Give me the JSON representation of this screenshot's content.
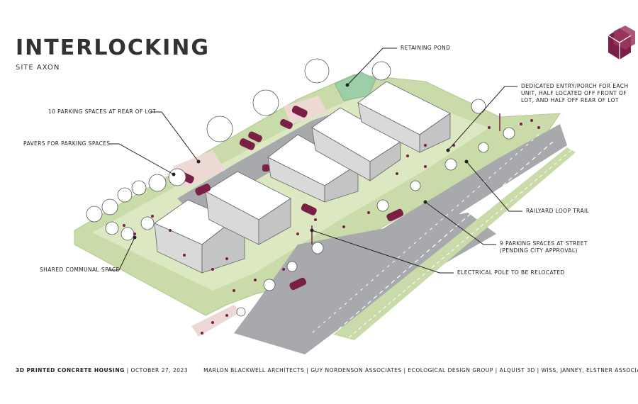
{
  "header": {
    "title": "INTERLOCKING",
    "subtitle": "SITE AXON"
  },
  "callouts": {
    "retaining_pond": "RETAINING POND",
    "parking_rear": "10 PARKING SPACES AT REAR OF LOT",
    "pavers": "PAVERS FOR PARKING SPACES",
    "entry_line1": "DEDICATED ENTRY/PORCH FOR EACH",
    "entry_line2": "UNIT, HALF LOCATED OFF FRONT OF",
    "entry_line3": "LOT, AND HALF OFF REAR OF LOT",
    "railyard": "RAILYARD LOOP TRAIL",
    "street_line1": "9 PARKING SPACES AT STREET",
    "street_line2": "(PENDING CITY APPROVAL)",
    "shared": "SHARED COMMUNAL SPACE",
    "pole": "ELECTRICAL POLE TO BE RELOCATED"
  },
  "footer": {
    "project": "3D PRINTED CONCRETE HOUSING",
    "date": " | OCTOBER 27, 2023",
    "credits": "MARLON BLACKWELL ARCHITECTS | GUY NORDENSON ASSOCIATES | ECOLOGICAL DESIGN GROUP | ALQUIST 3D | WISS, JANNEY, ELSTNER ASSOCIATES"
  },
  "colors": {
    "accent": "#7a1f45",
    "grass": "#c9dba8",
    "road": "#a7a9ac",
    "house_roof": "#ffffff",
    "house_wall": "#d9d9d9",
    "pond": "#9ccfa8",
    "pavers": "#ecd9d4"
  }
}
